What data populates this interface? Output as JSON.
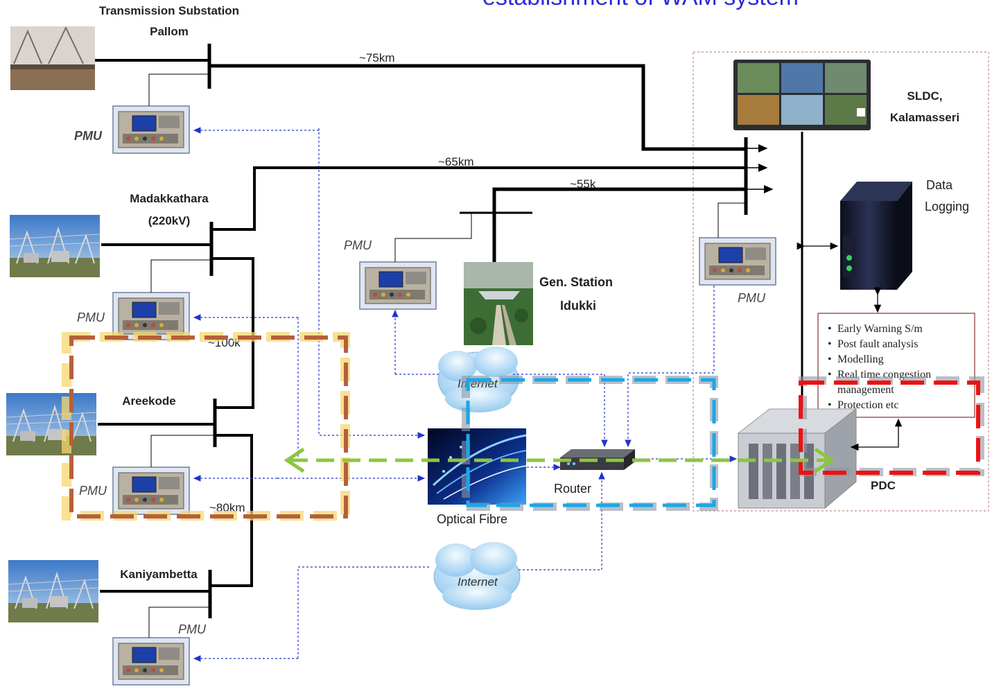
{
  "header": {
    "title": "establishment of WAM system"
  },
  "substations": [
    {
      "name_line1": "Transmission Substation",
      "name_line2": "Pallom",
      "pmu_label": "PMU"
    },
    {
      "name_line1": "Madakkathara",
      "name_line2": "(220kV)",
      "pmu_label": "PMU"
    },
    {
      "name_line1": "Areekode",
      "pmu_label": "PMU"
    },
    {
      "name_line1": "Kaniyambetta",
      "pmu_label": "PMU"
    }
  ],
  "distances": {
    "d75": "~75km",
    "d65": "~65km",
    "d55": "~55k",
    "d100": "~100k",
    "d80": "~80km"
  },
  "gen_station": {
    "line1": "Gen. Station",
    "line2": "Idukki",
    "pmu_label": "PMU"
  },
  "sldc": {
    "line1": "SLDC,",
    "line2": "Kalamasseri",
    "pmu_label": "PMU"
  },
  "data_logging": {
    "line1": "Data",
    "line2": "Logging"
  },
  "applications": [
    "Early Warning S/m",
    "Post fault analysis",
    "Modelling",
    "Real time congestion",
    "management",
    "Protection etc"
  ],
  "network": {
    "internet_top": "Internet",
    "internet_bottom": "Internet",
    "optical_fibre": "Optical Fibre",
    "router": "Router",
    "pdc": "PDC"
  },
  "colors": {
    "header": "#2b2bd8",
    "bus": "#000000",
    "link_dotted": "#2233cc",
    "yellow_box": "#f5d76e",
    "brown_dash": "#b5603c",
    "blue_dash": "#1aa7e6",
    "grey_dash": "#8c95a4",
    "red_dash": "#ee1111",
    "green_arrow": "#8cc63f"
  }
}
